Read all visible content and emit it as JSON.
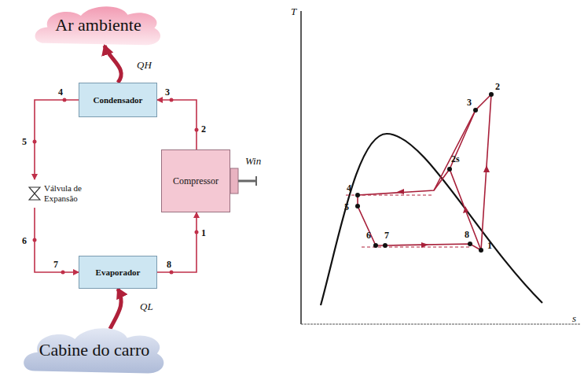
{
  "diagram": {
    "nodes": [
      {
        "text": [
          "Ar ambiente"
        ]
      },
      {
        "text": [
          "Condensador"
        ]
      },
      {
        "text": [
          "Válvula de Expansão"
        ]
      },
      {
        "text": [
          "Compressor"
        ]
      },
      {
        "text": [
          "Evaporador"
        ]
      },
      {
        "text": [
          "Cabine do carro"
        ]
      }
    ],
    "edges": [
      {
        "from": 1,
        "to": 0,
        "arrow": "to",
        "label": "QH"
      },
      {
        "from": 3,
        "to": 1,
        "arrow": "to"
      },
      {
        "from": 1,
        "to": 2,
        "arrow": "to"
      },
      {
        "from": 2,
        "to": 4,
        "arrow": "to"
      },
      {
        "from": 4,
        "to": 3,
        "arrow": "to"
      },
      {
        "from": 5,
        "to": 4,
        "arrow": "to",
        "label": "QL"
      }
    ],
    "labels": [
      "4",
      "3",
      "2",
      "5",
      "6",
      "7",
      "8",
      "1",
      "Win",
      "T",
      "2",
      "3",
      "2s",
      "4",
      "5",
      "6",
      "7",
      "8",
      "1",
      "s"
    ]
  }
}
